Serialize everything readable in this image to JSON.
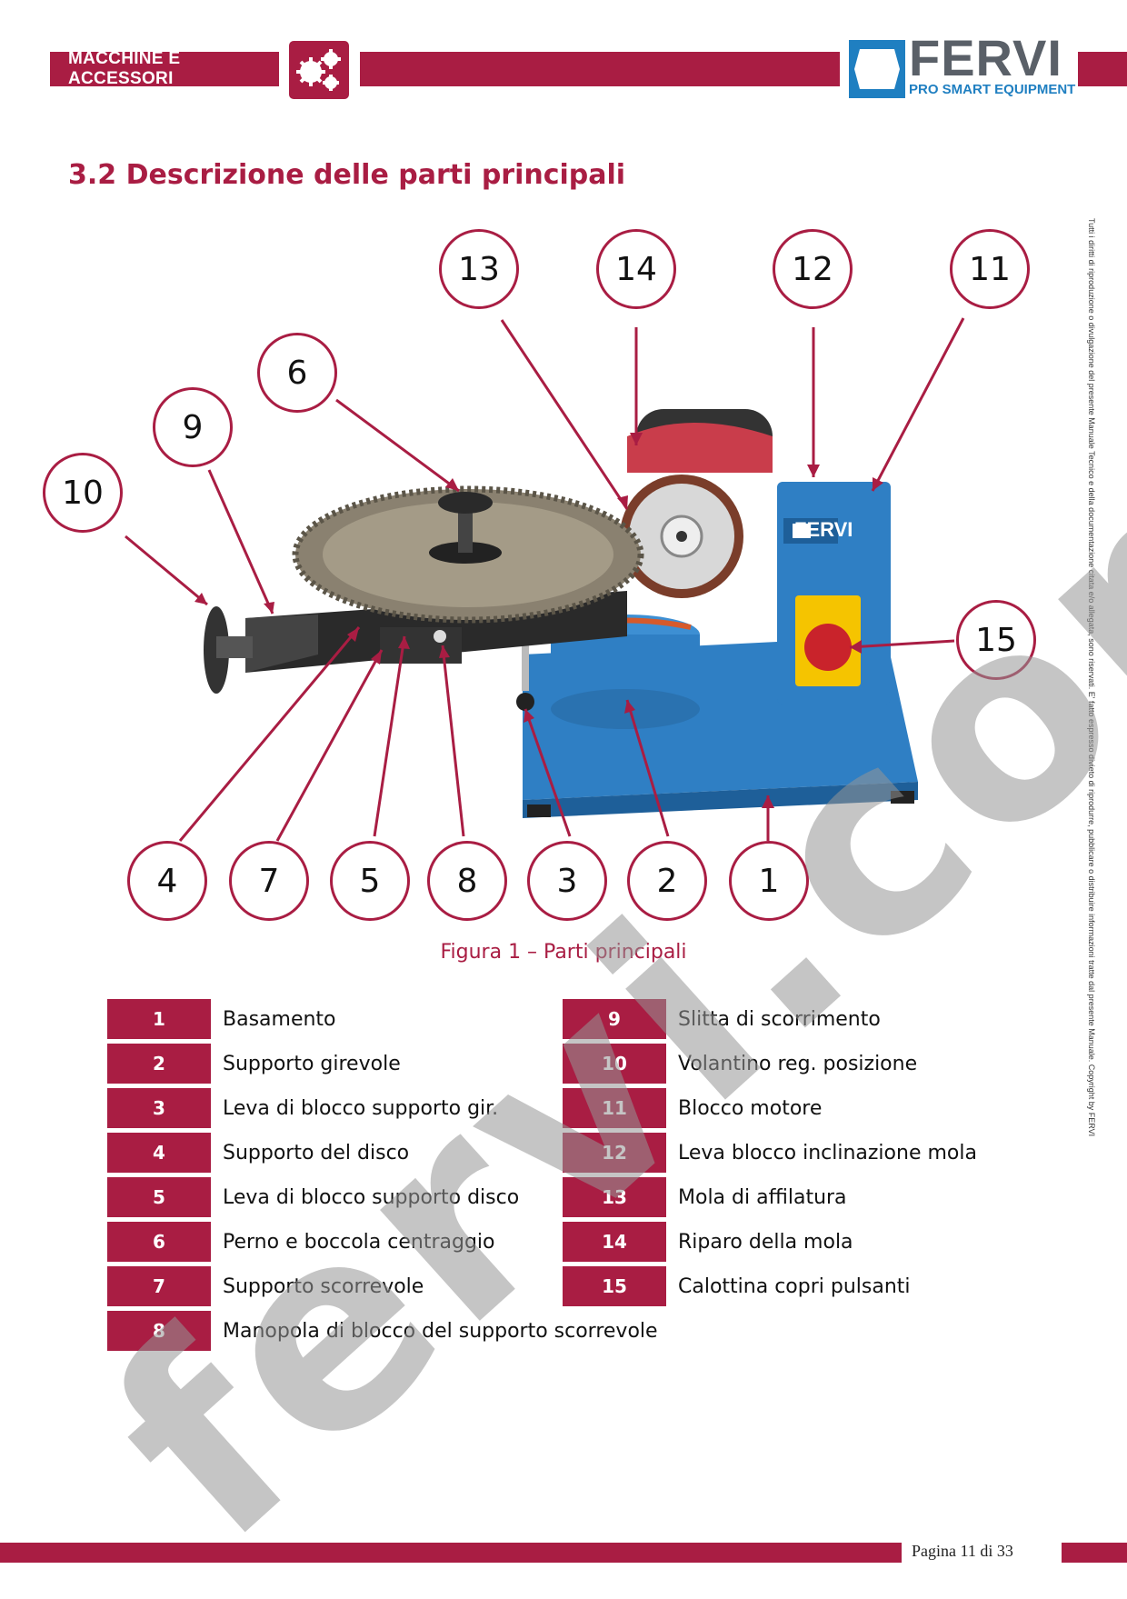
{
  "header": {
    "section_label": "MACCHINE E ACCESSORI",
    "brand_name": "FERVI",
    "brand_tagline": "PRO SMART EQUIPMENT"
  },
  "title": "3.2 Descrizione delle parti principali",
  "side_note": "Tutti i diritti di riproduzione o divulgazione del presente Manuale Tecnico e della documentazione citata e/o allegata, sono riservati. E' fatto espresso divieto di riprodurre, pubblicare o distribuire informazioni tratte dal presente Manuale. Copyright by FERVI",
  "figure": {
    "machine_badge": "FERVI",
    "callouts": [
      "1",
      "2",
      "3",
      "4",
      "5",
      "6",
      "7",
      "8",
      "9",
      "10",
      "11",
      "12",
      "13",
      "14",
      "15"
    ],
    "caption": "Figura 1 – Parti principali"
  },
  "parts_left": [
    {
      "num": "1",
      "label": "Basamento"
    },
    {
      "num": "2",
      "label": "Supporto girevole"
    },
    {
      "num": "3",
      "label": "Leva di blocco supporto gir."
    },
    {
      "num": "4",
      "label": "Supporto del disco"
    },
    {
      "num": "5",
      "label": "Leva di blocco supporto disco"
    },
    {
      "num": "6",
      "label": "Perno e boccola centraggio"
    },
    {
      "num": "7",
      "label": "Supporto scorrevole"
    },
    {
      "num": "8",
      "label": "Manopola di blocco del supporto scorrevole"
    }
  ],
  "parts_right": [
    {
      "num": "9",
      "label": "Slitta di scorrimento"
    },
    {
      "num": "10",
      "label": "Volantino reg. posizione"
    },
    {
      "num": "11",
      "label": "Blocco motore"
    },
    {
      "num": "12",
      "label": "Leva blocco inclinazione mola"
    },
    {
      "num": "13",
      "label": "Mola di affilatura"
    },
    {
      "num": "14",
      "label": "Riparo della mola"
    },
    {
      "num": "15",
      "label": "Calottina copri pulsanti"
    }
  ],
  "watermark": "fervi.com",
  "footer": {
    "page": "Pagina 11 di 33"
  },
  "colors": {
    "accent": "#a91d43",
    "brand_blue": "#1f7fc1",
    "machine_blue": "#2f7fc4"
  }
}
